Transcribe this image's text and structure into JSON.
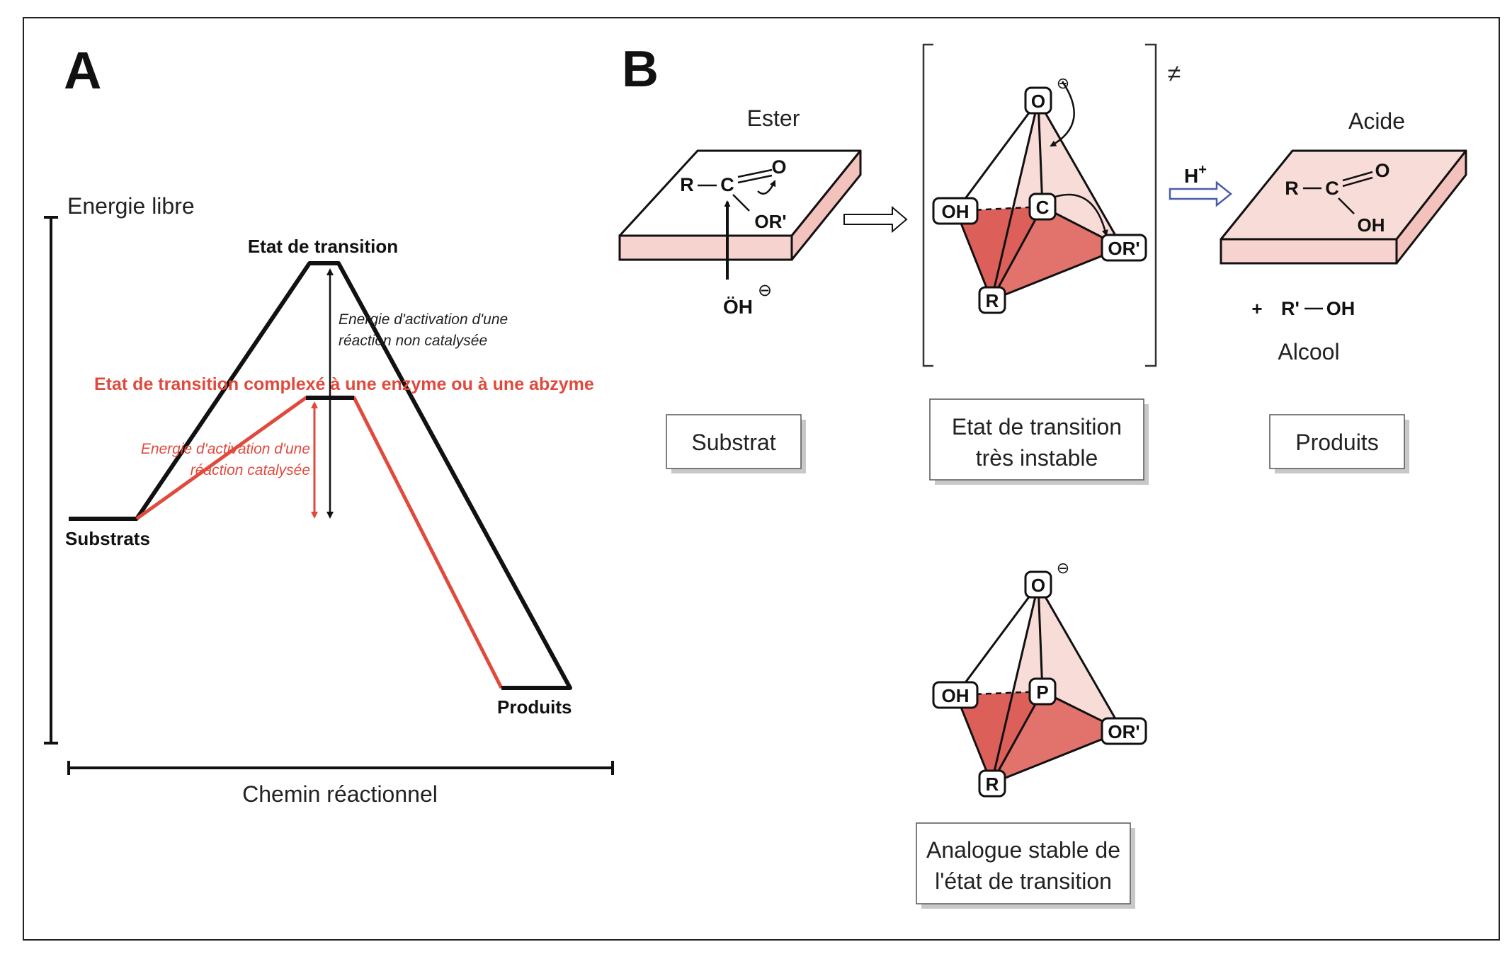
{
  "colors": {
    "ink": "#111111",
    "red": "#e04a3c",
    "pink_light": "#f6d3cf",
    "pink_mid": "#eeaaa6",
    "pink_dark": "#dc5f5a",
    "blue_arrow": "#4a5fa8"
  },
  "panel_a": {
    "letter": "A",
    "y_axis_label": "Energie libre",
    "x_axis_label": "Chemin réactionnel",
    "uncatalysed_ts_label": "Etat de transition",
    "uncatalysed_ea_line1": "Energie d'activation d'une",
    "uncatalysed_ea_line2": "réaction non catalysée",
    "catalysed_ts_label": "Etat de transition complexé à une enzyme ou à une abzyme",
    "catalysed_ea_line1": "Energie d'activation d'une",
    "catalysed_ea_line2": "réaction catalysée",
    "substrates_label": "Substrats",
    "products_label": "Produits"
  },
  "panel_b": {
    "letter": "B",
    "ester": {
      "title": "Ester",
      "R": "R",
      "C": "C",
      "O": "O",
      "OR": "OR'",
      "hydroxide": "ÖH",
      "charge": "⊖"
    },
    "ts": {
      "O": "O",
      "charge": "⊖",
      "OH": "OH",
      "C": "C",
      "OR": "OR'",
      "R": "R",
      "ddagger": "≠"
    },
    "acid": {
      "title": "Acide",
      "H_plus": "H",
      "plus_sup": "+",
      "R": "R",
      "C": "C",
      "O": "O",
      "OH": "OH"
    },
    "alcohol": {
      "formula_plus": "+",
      "R": "R'",
      "OH": "OH",
      "title": "Alcool"
    },
    "boxes": {
      "substrate": "Substrat",
      "ts_line1": "Etat de transition",
      "ts_line2": "très instable",
      "products": "Produits",
      "analogue_line1": "Analogue stable de",
      "analogue_line2": "l'état de transition"
    },
    "analogue": {
      "O": "O",
      "charge": "⊖",
      "OH": "OH",
      "P": "P",
      "OR": "OR'",
      "R": "R"
    }
  }
}
